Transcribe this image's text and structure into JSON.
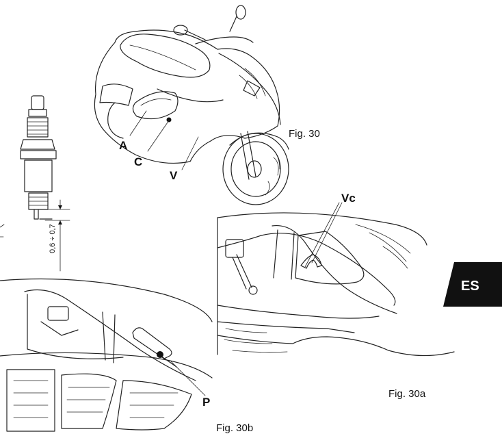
{
  "labels": {
    "part_a": "A",
    "part_c": "C",
    "part_v": "V",
    "part_vc": "Vc",
    "part_p": "P"
  },
  "figures": {
    "fig30": "Fig. 30",
    "fig30a": "Fig. 30a",
    "fig30b": "Fig. 30b"
  },
  "spark_plug": {
    "gap": "0,6 ÷ 0,7"
  },
  "language_tab": {
    "code": "ES",
    "color": "#111111"
  }
}
